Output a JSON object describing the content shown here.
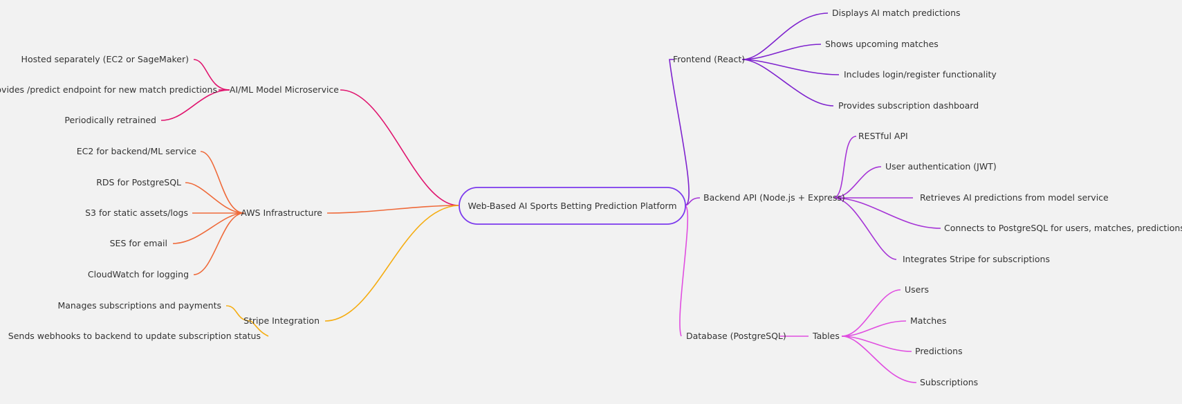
{
  "root": {
    "label": "Web-Based AI Sports Betting Prediction Platform",
    "color": "#7c3aed"
  },
  "branches": {
    "frontend": {
      "label": "Frontend (React)",
      "color": "#7e22ce",
      "children": [
        "Displays AI match predictions",
        "Shows upcoming matches",
        "Includes login/register functionality",
        "Provides subscription dashboard"
      ]
    },
    "backend": {
      "label": "Backend API (Node.js + Express)",
      "color": "#a533d6",
      "children": [
        "RESTful API",
        "User authentication (JWT)",
        "Retrieves AI predictions from model service",
        "Connects to PostgreSQL for users, matches, predictions",
        "Integrates Stripe for subscriptions"
      ]
    },
    "database": {
      "label": "Database (PostgreSQL)",
      "color": "#e04de0",
      "tables": {
        "label": "Tables",
        "children": [
          "Users",
          "Matches",
          "Predictions",
          "Subscriptions"
        ]
      }
    },
    "ml": {
      "label": "AI/ML Model Microservice",
      "color": "#e0146e",
      "children": [
        "Hosted separately (EC2 or SageMaker)",
        "Provides /predict endpoint for new match predictions",
        "Periodically retrained"
      ]
    },
    "aws": {
      "label": "AWS Infrastructure",
      "color": "#ef6a3a",
      "children": [
        "EC2 for backend/ML service",
        "RDS for PostgreSQL",
        "S3 for static assets/logs",
        "SES for email",
        "CloudWatch for logging"
      ]
    },
    "stripe": {
      "label": "Stripe Integration",
      "color": "#f5ad12",
      "children": [
        "Manages subscriptions and payments",
        "Sends webhooks to backend to update subscription status"
      ]
    }
  }
}
